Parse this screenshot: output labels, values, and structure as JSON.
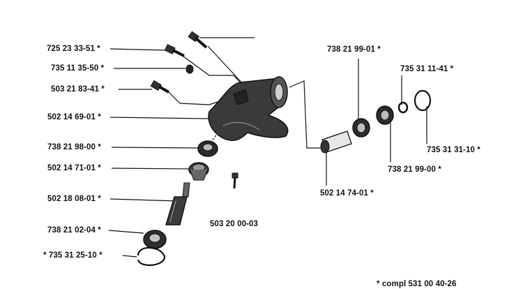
{
  "labels": {
    "l1": "725 23 33-51  *",
    "l2": "735 11 35-50  *",
    "l3": "503 21 83-41  *",
    "l4": "502 14 69-01  *",
    "l5": "738 21 98-00  *",
    "l6": "502 14 71-01  *",
    "l7": "502 18 08-01  *",
    "l8": "738 21 02-04  *",
    "l9": "*  735 31 25-10  *",
    "l10": "503 20 00-03",
    "l11": "738 21 99-01  *",
    "l12": "735 31 11-41  *",
    "l13": "735 31 31-10  *",
    "l14": "738 21 99-00  *",
    "l15": "502 14 74-01  *",
    "footnote": "*  compl 531 00 40-26"
  }
}
